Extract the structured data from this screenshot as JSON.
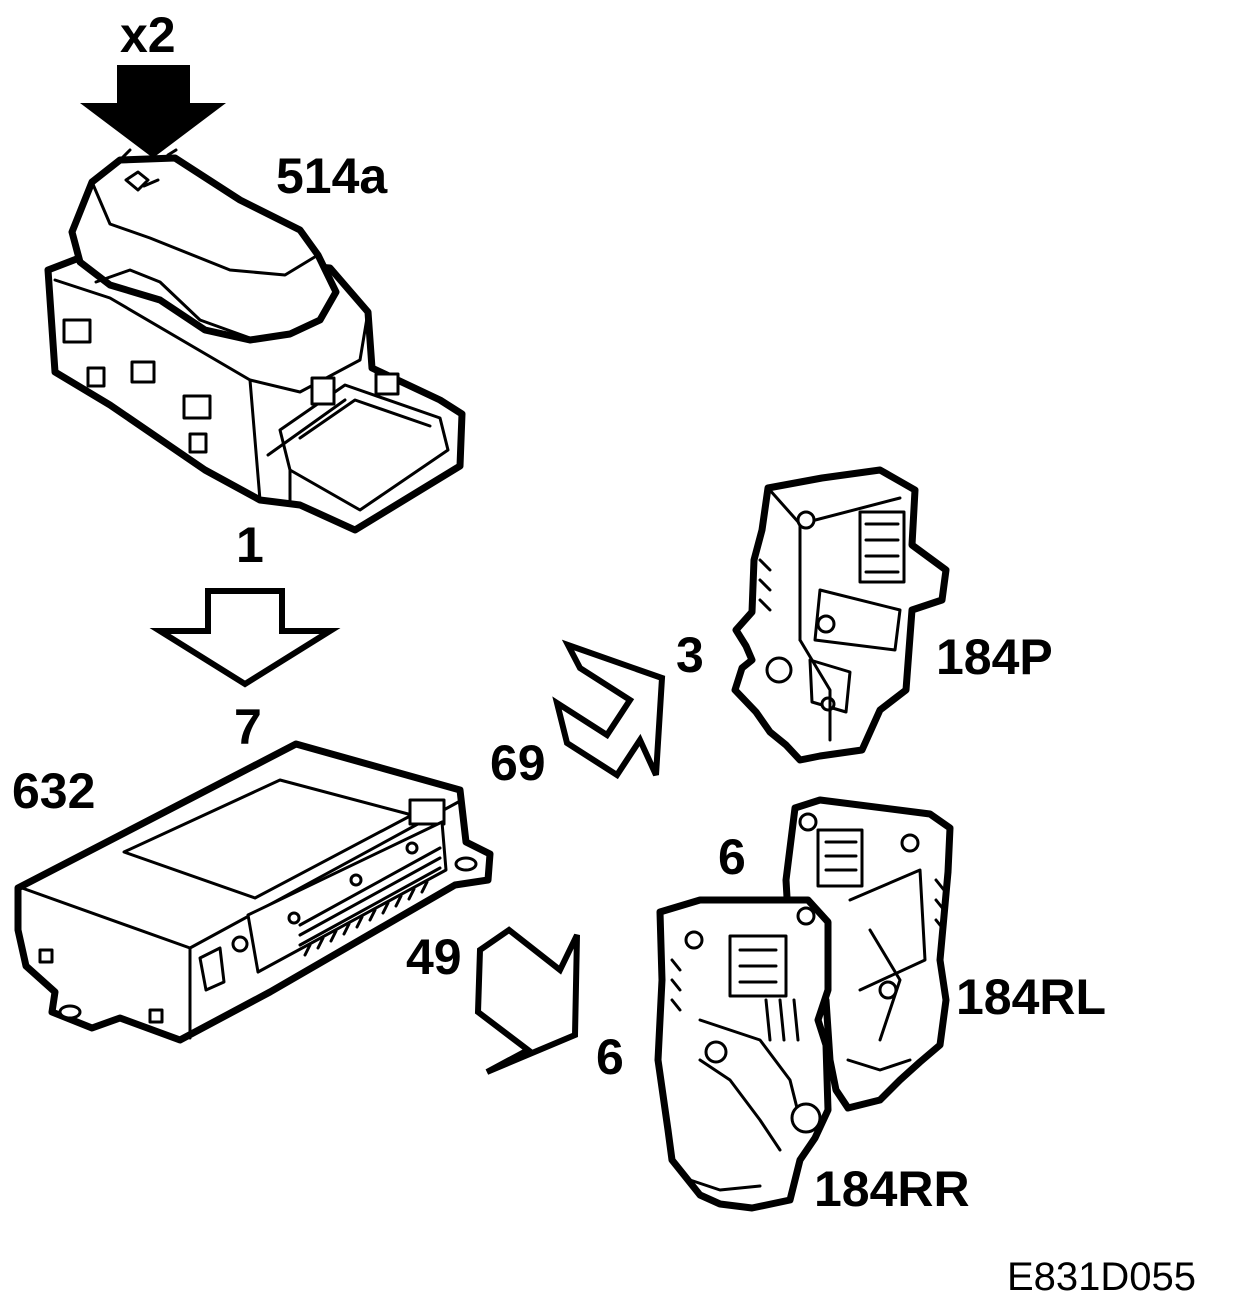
{
  "labels": {
    "multiplier": "x2",
    "switch_part": "514a",
    "step_1": "1",
    "step_7": "7",
    "control_module": "632",
    "step_69": "69",
    "step_3": "3",
    "motor_front": "184P",
    "step_49": "49",
    "step_6_upper": "6",
    "step_6_lower": "6",
    "motor_rear_left": "184RL",
    "motor_rear_right": "184RR",
    "figure_code": "E831D055"
  },
  "colors": {
    "ink": "#000000",
    "paper": "#ffffff"
  }
}
